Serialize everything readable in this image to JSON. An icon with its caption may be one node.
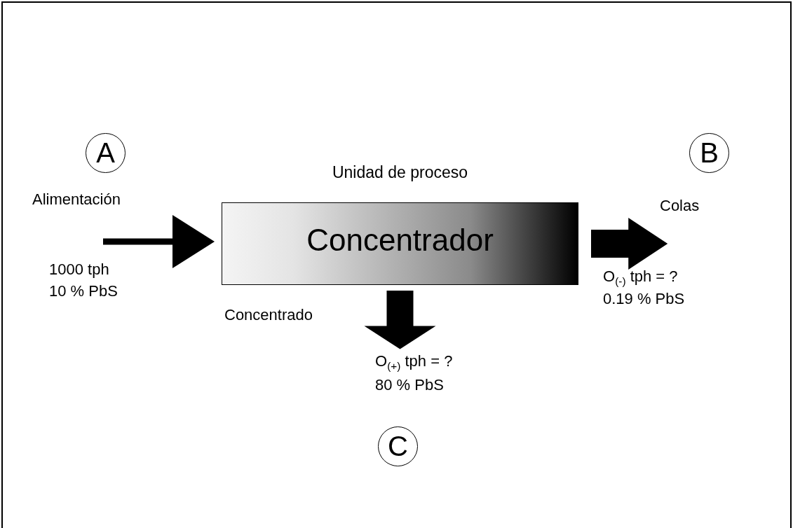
{
  "diagram": {
    "nodes": [
      {
        "text": [
          "A"
        ],
        "beside": [
          "Alimentación",
          "1000 tph",
          "10 % PbS"
        ]
      },
      {
        "text": [
          "B"
        ],
        "beside": [
          "Colas",
          "O$_{(-)}$ tph = ?",
          "0.19 % PbS"
        ]
      },
      {
        "text": [
          "C"
        ],
        "beside": [
          "O$_{(+)}$ tph = ?",
          "80 % PbS"
        ]
      },
      {
        "text": [
          "Unidad de proceso",
          "Concentrador"
        ]
      }
    ],
    "edges": [
      {
        "from": null,
        "to": 3,
        "arrow": "to"
      },
      {
        "from": 3,
        "to": null,
        "arrow": "to"
      },
      {
        "from": 3,
        "to": null,
        "arrow": "to"
      }
    ],
    "labels": [
      "Concentrado"
    ]
  }
}
